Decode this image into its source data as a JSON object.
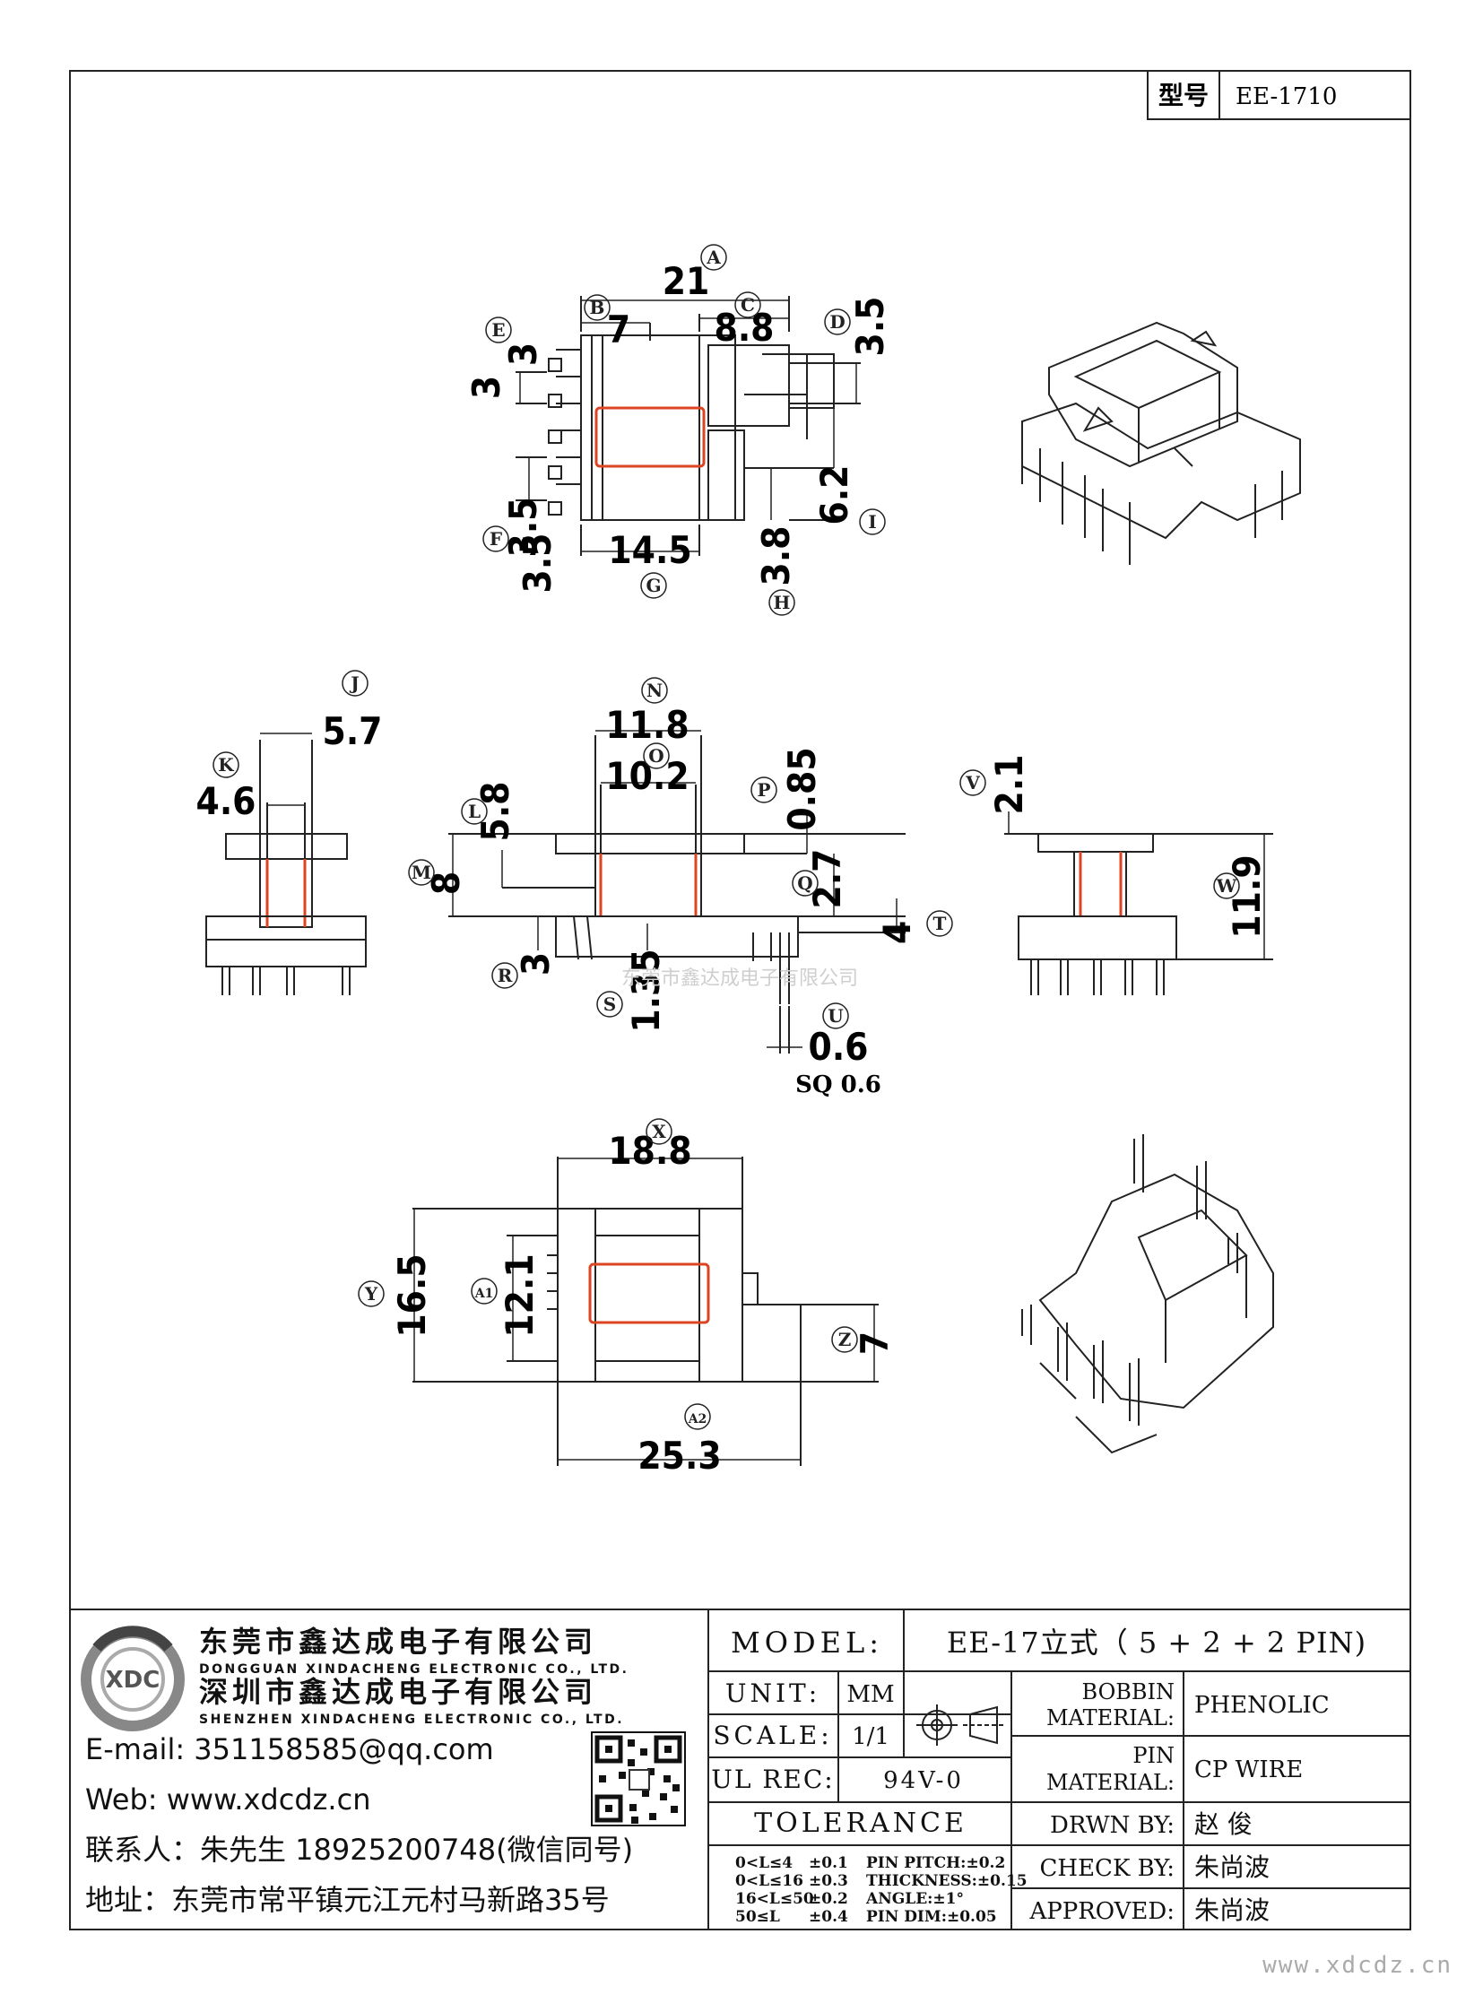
{
  "header": {
    "model_label": "型号",
    "model_value": "EE-1710"
  },
  "views": {
    "top": {
      "dims": {
        "A": "21",
        "B": "7",
        "C": "8.8",
        "D": "3.5",
        "E": "3",
        "E2": "3",
        "F": "3.5",
        "F2": "3.5",
        "G": "14.5",
        "H": "3.8",
        "I": "6.2"
      }
    },
    "front_left": {
      "dims": {
        "J": "5.7",
        "K": "4.6"
      }
    },
    "front_mid": {
      "dims": {
        "N": "11.8",
        "O": "10.2",
        "P": "0.85",
        "L": "5.8",
        "M": "8",
        "Q": "2.7",
        "T": "4",
        "R": "3",
        "S": "1.35",
        "U": "0.6"
      },
      "pin_note": "SQ 0.6"
    },
    "right": {
      "dims": {
        "V": "2.1",
        "W": "11.9"
      }
    },
    "bottom": {
      "dims": {
        "X": "18.8",
        "Y": "16.5",
        "A1": "12.1",
        "Z": "7",
        "A2": "25.3"
      }
    }
  },
  "watermark": "东莞市鑫达成电子有限公司",
  "company": {
    "name1": "东莞市鑫达成电子有限公司",
    "name1_en": "DONGGUAN XINDACHENG ELECTRONIC CO., LTD.",
    "name2": "深圳市鑫达成电子有限公司",
    "name2_en": "SHENZHEN XINDACHENG ELECTRONIC CO., LTD.",
    "email": "E-mail:  351158585@qq.com",
    "web": "Web:  www.xdcdz.cn",
    "contact": "联系人：朱先生 18925200748(微信同号)",
    "address": "地址：东莞市常平镇元江元村马新路35号",
    "logo_text": "XDC"
  },
  "titleblock": {
    "model_label": "MODEL:",
    "model_value": "EE-17立式（ 5 + 2 + 2 PIN)",
    "unit_label": "UNIT:",
    "unit_value": "MM",
    "scale_label": "SCALE:",
    "scale_value": "1/1",
    "ulrec_label": "UL REC:",
    "ulrec_value": "94V-0",
    "tolerance_label": "TOLERANCE",
    "bobbin_label1": "BOBBIN",
    "bobbin_label2": "MATERIAL:",
    "bobbin_value": "PHENOLIC",
    "pin_label1": "PIN",
    "pin_label2": "MATERIAL:",
    "pin_value": "CP WIRE",
    "drwn_label": "DRWN BY:",
    "drwn_value": "赵  俊",
    "check_label": "CHECK BY:",
    "check_value": "朱尚波",
    "approved_label": "APPROVED:",
    "approved_value": "朱尚波",
    "tol": [
      {
        "range": "0<L≤4",
        "tol": "±0.1",
        "spec": "PIN PITCH:±0.2"
      },
      {
        "range": "0<L≤16",
        "tol": "±0.3",
        "spec": "THICKNESS:±0.15"
      },
      {
        "range": "16<L≤50",
        "tol": "±0.2",
        "spec": "ANGLE:±1°"
      },
      {
        "range": "50≤L",
        "tol": "±0.4",
        "spec": "PIN DIM:±0.05"
      }
    ]
  },
  "footer_url": "www.xdcdz.cn"
}
